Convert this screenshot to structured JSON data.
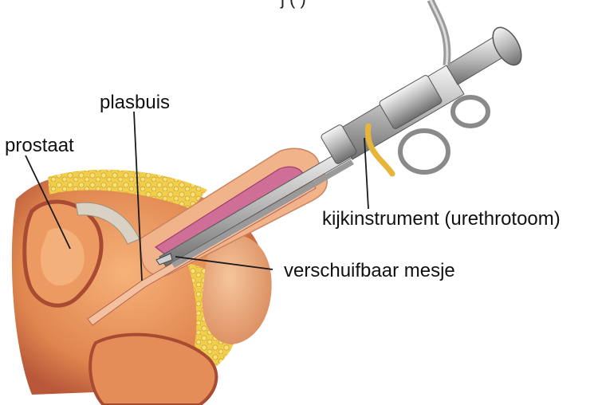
{
  "caption_top": "j (                 ) ",
  "labels": {
    "prostate": "prostaat",
    "urethra": "plasbuis",
    "instrument": "kijkinstrument (urethrotoom)",
    "knife": "verschuifbaar mesje"
  },
  "colors": {
    "label_text": "#111111",
    "leader_line": "#1a1a1a",
    "tissue_orange": "#e89a5e",
    "tissue_dark": "#b8573a",
    "fat_yellow": "#f2cf4a",
    "urethra_lining": "#c9608f",
    "skin": "#f0b48a",
    "metal_light": "#e6e6e6",
    "metal_dark": "#7d7d7d"
  }
}
